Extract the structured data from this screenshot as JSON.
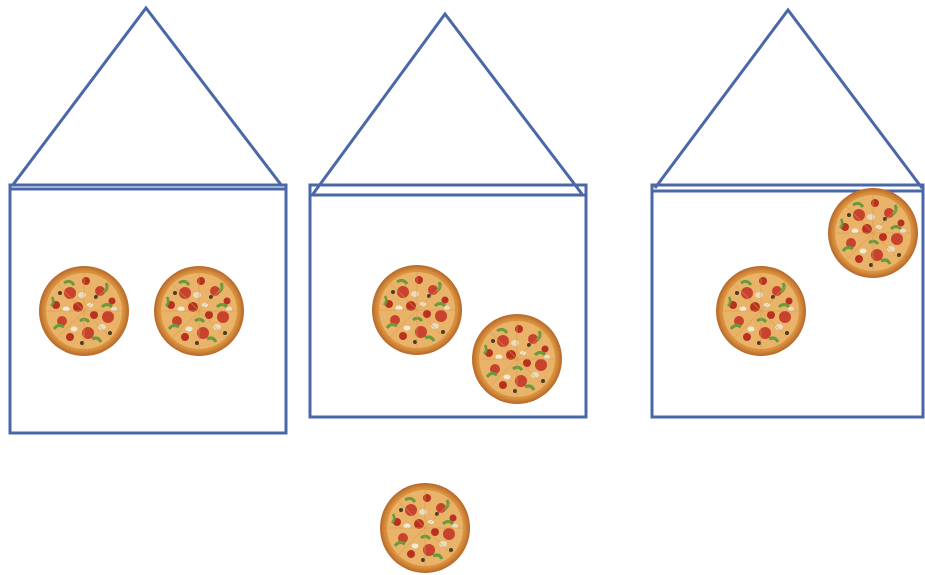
{
  "colors": {
    "background": "#ffffff",
    "house_stroke": "#4a67a8",
    "pizza_crust": "#d9903c",
    "pizza_crust_dark": "#b5672a",
    "pizza_cheese": "#eebd6a",
    "pizza_sauce": "#c8432d",
    "pizza_pepperoni": "#b8321f",
    "pizza_pepper_green": "#6a9a3a",
    "pizza_mushroom": "#e9dcc0",
    "pizza_onion": "#f3ead6",
    "pizza_olive": "#4a3b2a"
  },
  "icons": {
    "house": "house-outline-icon",
    "pizza": "pizza-icon"
  },
  "scene": {
    "houses": [
      {
        "name": "house-1",
        "pizza_count": 2
      },
      {
        "name": "house-2",
        "pizza_count": 2
      },
      {
        "name": "house-3",
        "pizza_count": 2
      }
    ],
    "loose_pizza_count": 1
  }
}
